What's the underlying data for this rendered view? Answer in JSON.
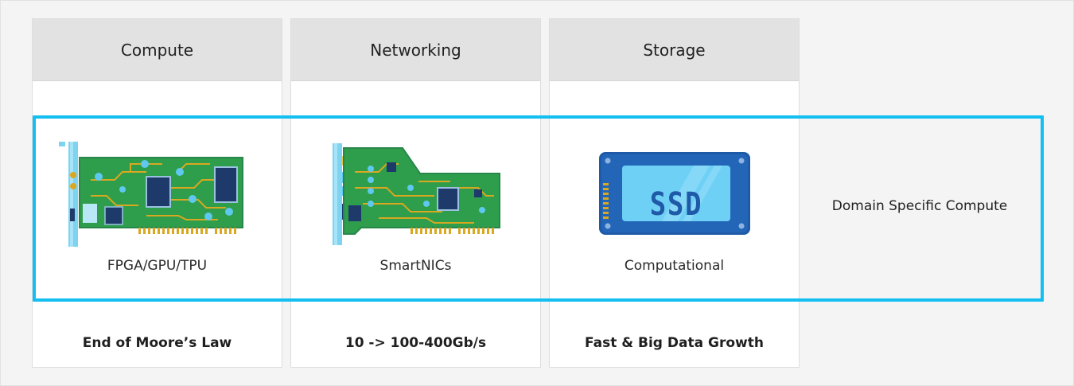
{
  "columns": [
    {
      "header": "Compute",
      "caption": "FPGA/GPU/TPU",
      "footer": "End of Moore’s Law",
      "icon": "fpga-card-icon"
    },
    {
      "header": "Networking",
      "caption": "SmartNICs",
      "footer": "10 -> 100-400Gb/s",
      "icon": "smartnic-card-icon"
    },
    {
      "header": "Storage",
      "caption": "Computational",
      "footer": "Fast & Big Data Growth",
      "icon": "ssd-icon"
    }
  ],
  "highlight_label": "Domain Specific Compute",
  "ssd_text": "SSD",
  "colors": {
    "highlight_border": "#14bef0",
    "header_bg": "#e2e2e2",
    "pcb_green": "#2e9d4c",
    "trace_gold": "#d9a820",
    "bracket_blue": "#7dd3f0",
    "ssd_body": "#1f5aa8",
    "ssd_label": "#6fd0f5"
  }
}
